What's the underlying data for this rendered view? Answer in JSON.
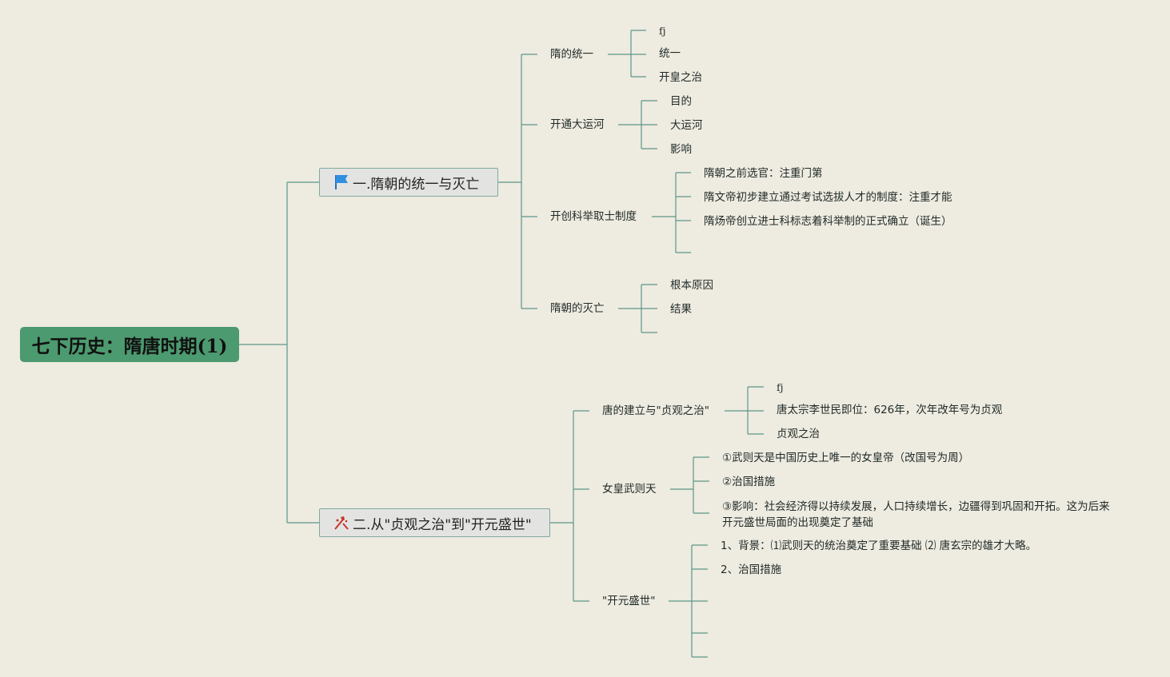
{
  "root": {
    "title": "七下历史：隋唐时期(1)"
  },
  "sections": [
    {
      "label": "一.隋朝的统一与灭亡",
      "icon": "blue-flag-icon",
      "topics": [
        {
          "label": "隋的统一",
          "items": [
            "fj",
            "统一",
            "开皇之治"
          ]
        },
        {
          "label": "开通大运河",
          "items": [
            "目的",
            "大运河",
            "影响"
          ]
        },
        {
          "label": "开创科举取士制度",
          "items": [
            "隋朝之前选官：注重门第",
            "隋文帝初步建立通过考试选拔人才的制度：注重才能",
            "隋炀帝创立进士科标志着科举制的正式确立（诞生）",
            ""
          ]
        },
        {
          "label": "隋朝的灭亡",
          "items": [
            "根本原因",
            "结果",
            ""
          ]
        }
      ]
    },
    {
      "label": "二.从\"贞观之治\"到\"开元盛世\"",
      "icon": "tools-icon",
      "topics": [
        {
          "label": "唐的建立与\"贞观之治\"",
          "items": [
            "fj",
            "唐太宗李世民即位：626年，次年改年号为贞观",
            "贞观之治"
          ]
        },
        {
          "label": "女皇武则天",
          "items": [
            "①武则天是中国历史上唯一的女皇帝（改国号为周）",
            "②治国措施",
            "③影响：社会经济得以持续发展，人口持续增长，边疆得到巩固和开拓。这为后来开元盛世局面的出现奠定了基础"
          ]
        },
        {
          "label": "\"开元盛世\"",
          "items": [
            "1、背景：⑴武则天的统治奠定了重要基础 ⑵ 唐玄宗的雄才大略。",
            "2、治国措施",
            "",
            "",
            "",
            ""
          ]
        }
      ]
    }
  ]
}
